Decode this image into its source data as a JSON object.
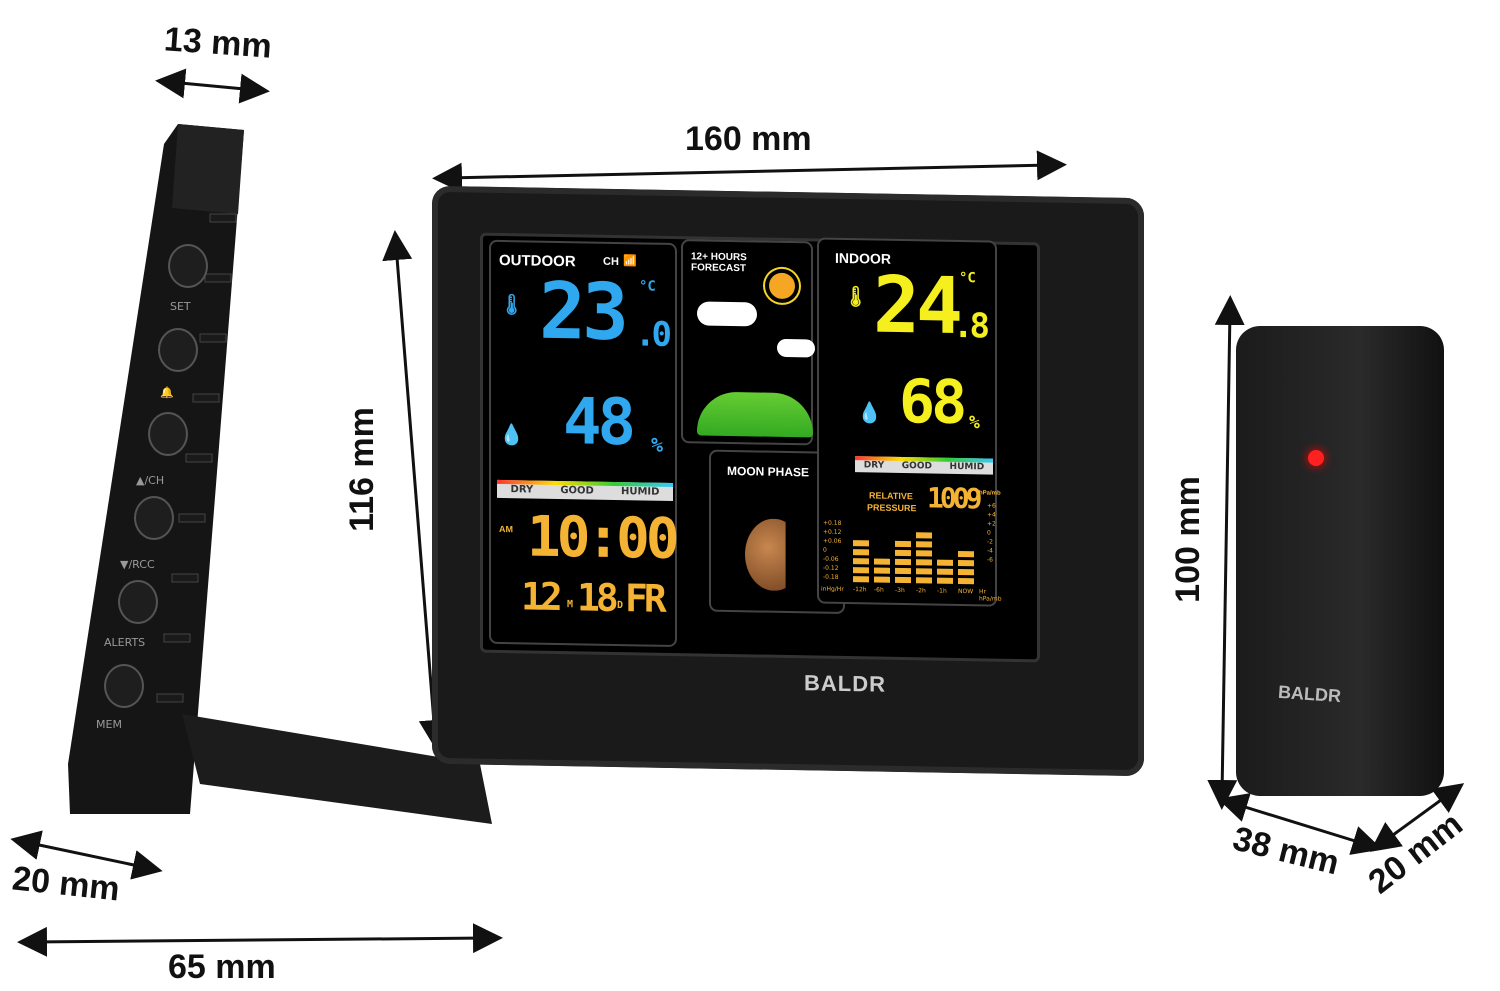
{
  "dimensions": {
    "side_thickness": "13 mm",
    "width": "160 mm",
    "height": "116 mm",
    "side_depth": "20 mm",
    "stand_depth": "65 mm",
    "sensor_height": "100 mm",
    "sensor_width": "38 mm",
    "sensor_depth": "20 mm"
  },
  "side_buttons": [
    "SET",
    "bell-icon",
    "▲/CH",
    "▼/RCC",
    "ALERTS",
    "MEM"
  ],
  "brand": "BALDR",
  "outdoor": {
    "title": "OUTDOOR",
    "channel": "CH",
    "temp": "23",
    "temp_dec": ".0",
    "temp_unit": "°C",
    "humidity": "48",
    "hum_unit": "%",
    "comfort": [
      "DRY",
      "GOOD",
      "HUMID"
    ],
    "ampm": "AM",
    "time": "10:00",
    "month": "12",
    "month_sub": "M",
    "day": "18",
    "day_sub": "D",
    "weekday": "FR"
  },
  "forecast": {
    "title_line1": "12+ HOURS",
    "title_line2": "FORECAST"
  },
  "moon": {
    "title": "MOON PHASE"
  },
  "indoor": {
    "title": "INDOOR",
    "temp": "24",
    "temp_dec": ".8",
    "temp_unit": "°C",
    "humidity": "68",
    "hum_unit": "%",
    "comfort": [
      "DRY",
      "GOOD",
      "HUMID"
    ],
    "pressure_label_1": "RELATIVE",
    "pressure_label_2": "PRESSURE",
    "pressure": "1009",
    "pressure_unit": "hPa/mb"
  },
  "pressure_history": {
    "left_axis": [
      "+0.18",
      "+0.12",
      "+0.06",
      "0",
      "-0.06",
      "-0.12",
      "-0.18"
    ],
    "right_axis": [
      "+6",
      "+4",
      "+2",
      "0",
      "-2",
      "-4",
      "-6"
    ],
    "left_unit": "inHg/Hr",
    "x_labels": [
      "-12h",
      "-6h",
      "-3h",
      "-2h",
      "-1h",
      "NOW"
    ],
    "segments": [
      5,
      3,
      5,
      6,
      3,
      4
    ],
    "right_unit": "Hr hPa/mb"
  },
  "colors": {
    "outdoor": "#2fa8ef",
    "indoor": "#f4ef1d",
    "clock": "#f5b334",
    "led": "#ff2020"
  }
}
